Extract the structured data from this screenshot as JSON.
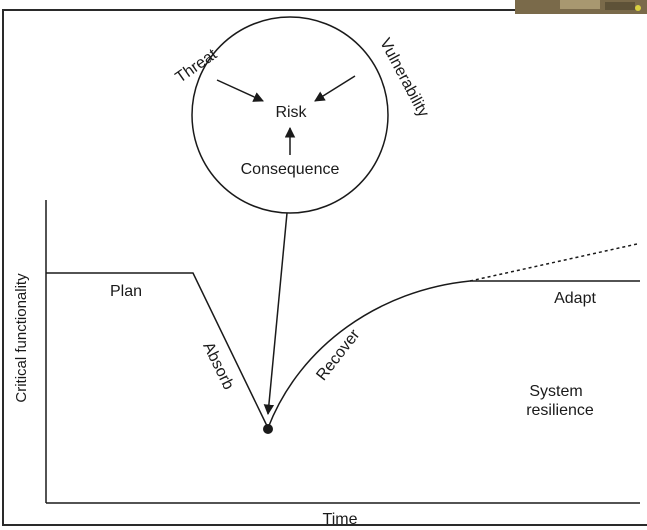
{
  "risk": {
    "threat": "Threat",
    "vulnerability": "Vulnerability",
    "risk": "Risk",
    "consequence": "Consequence"
  },
  "phases": {
    "plan": "Plan",
    "absorb": "Absorb",
    "recover": "Recover",
    "adapt": "Adapt"
  },
  "axes": {
    "x_label": "Time",
    "y_label": "Critical functionality"
  },
  "annotation": {
    "line1": "System",
    "line2": "resilience"
  },
  "colors": {
    "ink": "#1a1a1a",
    "frame": "#2a2a2a",
    "background": "#ffffff",
    "photo_corner": "#7a6a4a"
  }
}
